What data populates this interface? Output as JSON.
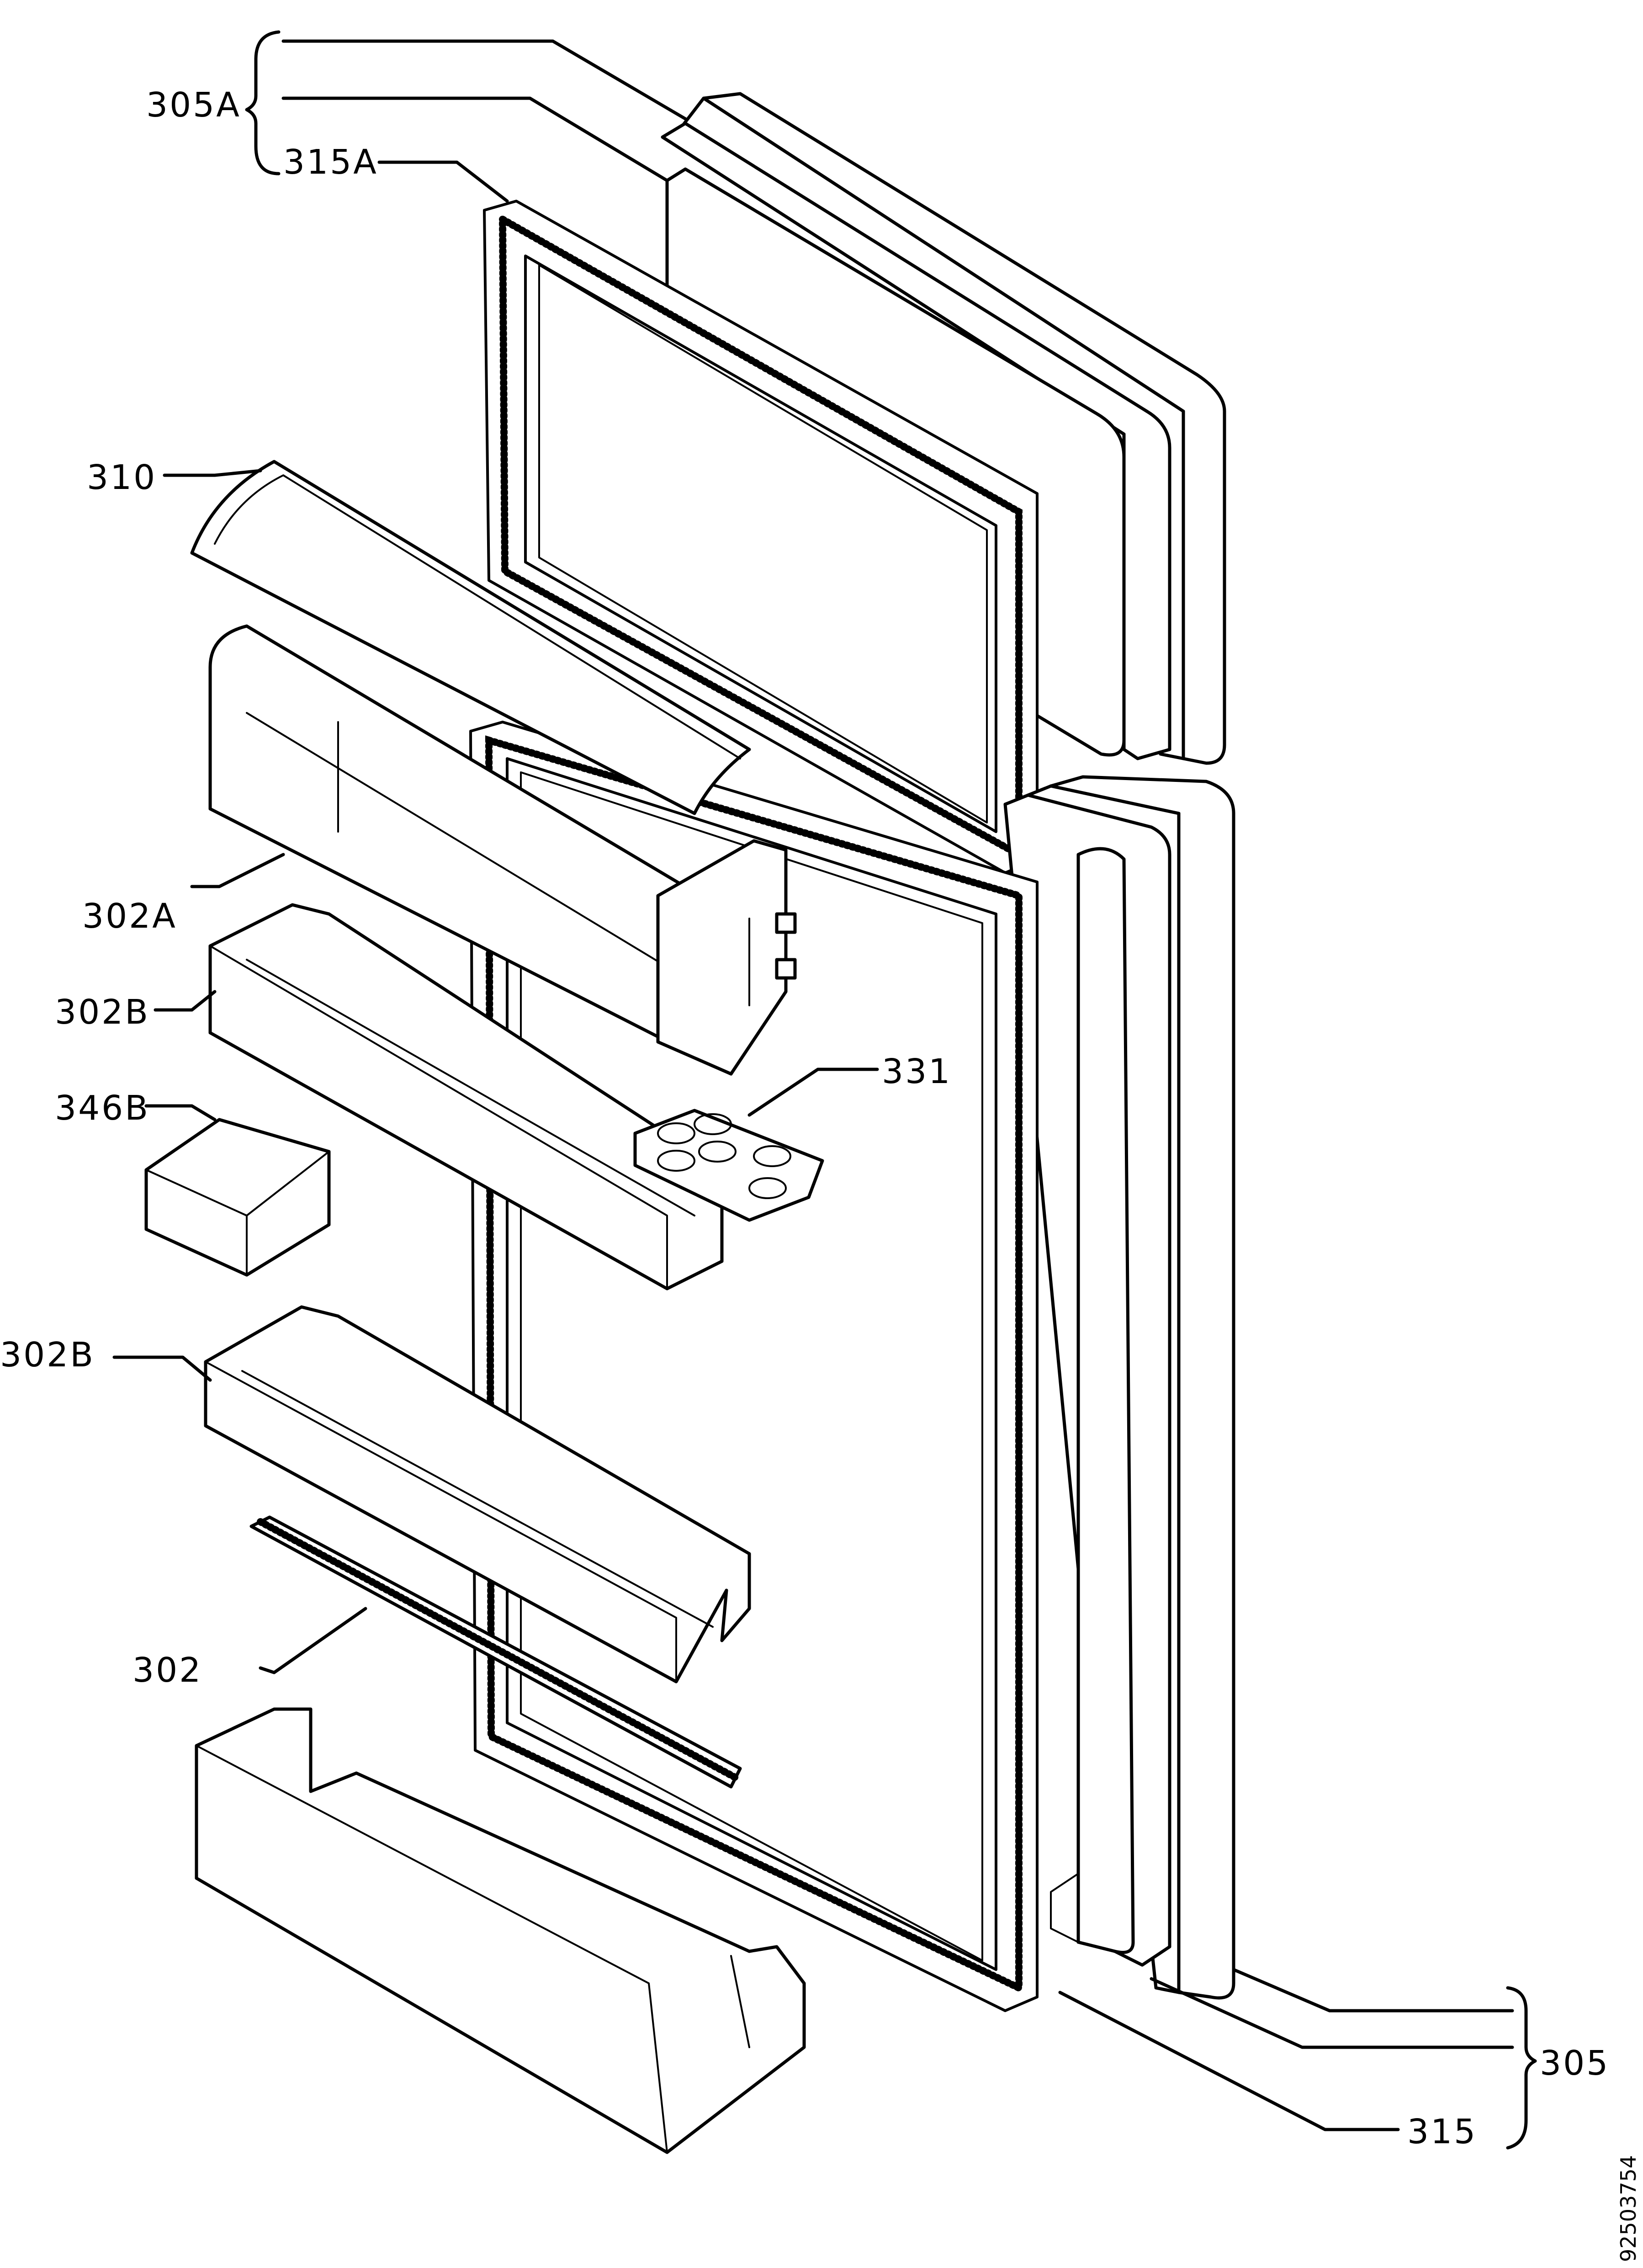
{
  "labels": {
    "l305a": "305A",
    "l315a": "315A",
    "l310": "310",
    "l302a": "302A",
    "l302b_top": "302B",
    "l346b": "346B",
    "l331": "331",
    "l302b_mid": "302B",
    "l302": "302",
    "l305": "305",
    "l315": "315"
  },
  "document_id": "92503754"
}
